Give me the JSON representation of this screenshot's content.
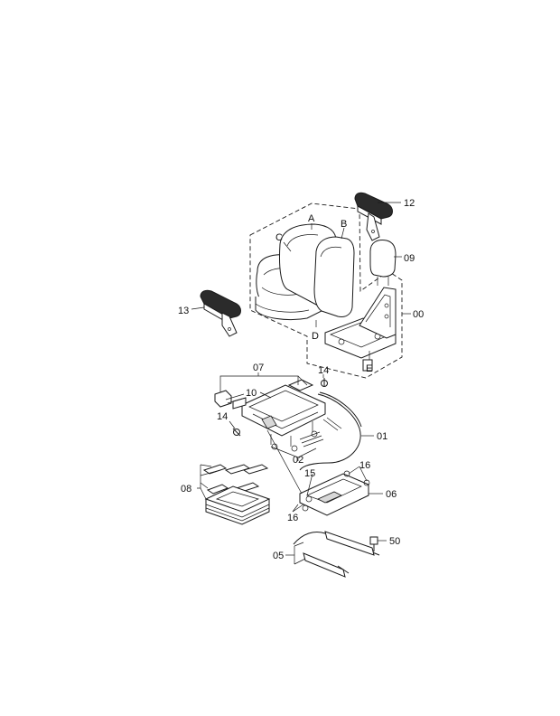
{
  "labels": {
    "p12": "12",
    "pA": "A",
    "pB": "B",
    "pC": "C",
    "p09": "09",
    "p13": "13",
    "p00": "00",
    "pD": "D",
    "pE": "E",
    "p07": "07",
    "p14a": "14",
    "p10": "10",
    "p14b": "14",
    "p01": "01",
    "p02": "02",
    "p16a": "16",
    "p15": "15",
    "p08": "08",
    "p06": "06",
    "p16b": "16",
    "p50": "50",
    "p05": "05"
  }
}
